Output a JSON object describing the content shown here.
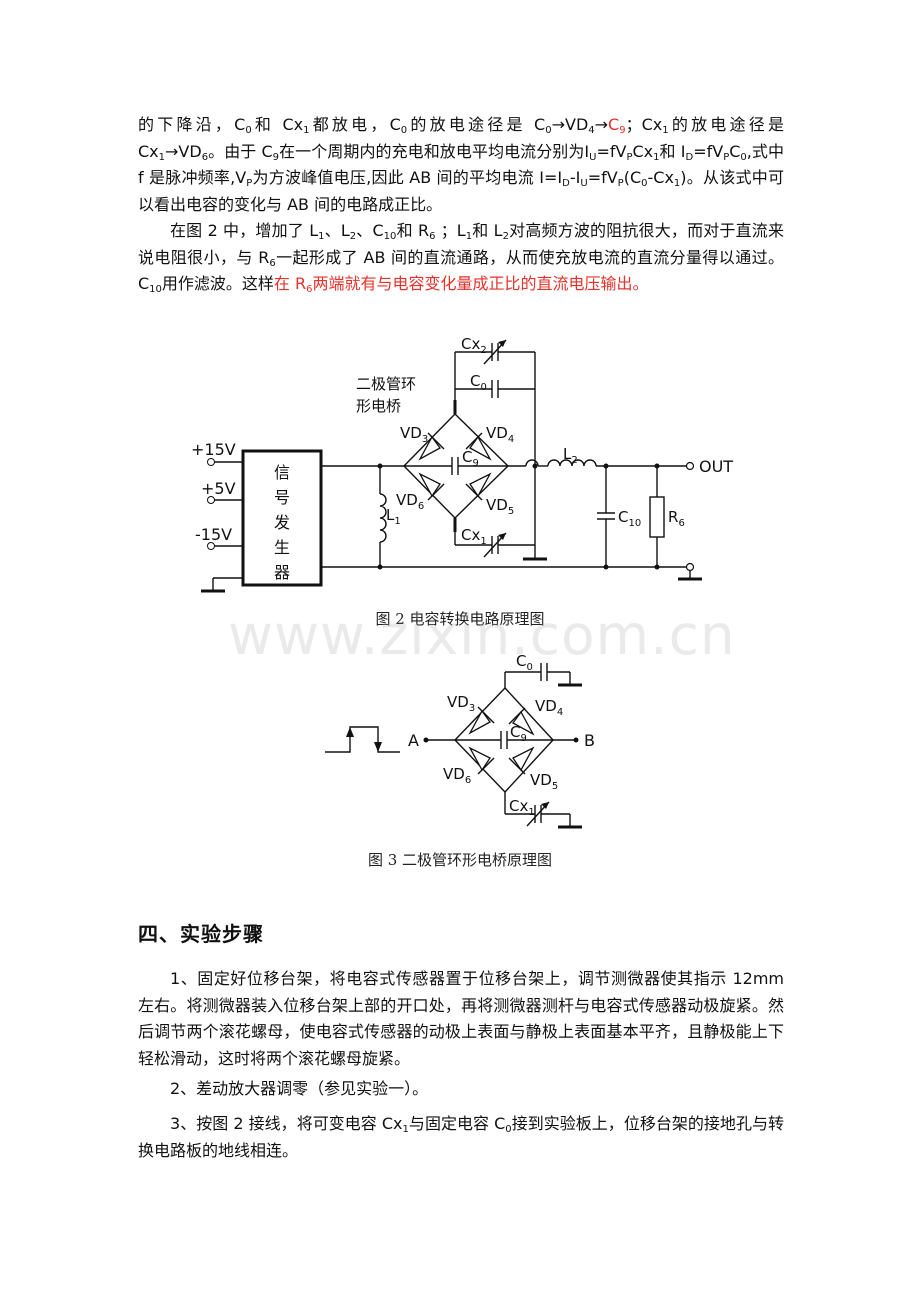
{
  "paragraphs": {
    "p1": {
      "t1": "的下降沿，C",
      "s1": "0",
      "t2": "和 Cx",
      "s2": "1",
      "t3": "都放电，C",
      "s3": "0",
      "t4": "的放电途径是 C",
      "s4": "0",
      "t5": "→VD",
      "s5": "4",
      "t6": "→",
      "r1": "C",
      "rs1": "9",
      "t7": "；Cx",
      "s6": "1",
      "t8": "的放电途径是 Cx",
      "s7": "1",
      "t9": "→VD",
      "s8": "6",
      "t10": "。由于 C",
      "s9": "9",
      "t11": "在一个周期内的充电和放电平均电流分别为I",
      "s10": "U",
      "t12": "=fV",
      "s11": "P",
      "t13": "Cx",
      "s12": "1",
      "t14": "和 I",
      "s13": "D",
      "t15": "=fV",
      "s14": "P",
      "t16": "C",
      "s15": "0",
      "t17": ",式中 f 是脉冲频率,V",
      "s16": "P",
      "t18": "为方波峰值电压,因此 AB 间的平均电流 I=I",
      "s17": "D",
      "t19": "-I",
      "s18": "U",
      "t20": "=fV",
      "s19": "P",
      "t21": "(C",
      "s20": "0",
      "t22": "-Cx",
      "s21": "1",
      "t23": ")。从该式中可以看出电容的变化与 AB 间的电路成正比。"
    },
    "p2": {
      "t1": "在图 2 中，增加了 L",
      "s1": "1",
      "t2": "、L",
      "s2": "2",
      "t3": "、C",
      "s3": "10",
      "t4": "和 R",
      "s4": "6",
      "t5": " ；L",
      "s5": "1",
      "t6": "和 L",
      "s6": "2",
      "t7": "对高频方波的阻抗很大，而对于直流来说电阻很小，与 R",
      "s7": "6",
      "t8": "一起形成了 AB 间的直流通路，从而使充放电流的直流分量得以通过。C",
      "s8": "10",
      "t9": "用作滤波。这样",
      "r1": "在 R",
      "rs1": "6",
      "r2": "两端就有与电容变化量成正比的直流电压输出。"
    },
    "p3": {
      "t1": "1、固定好位移台架，将电容式传感器置于位移台架上，调节测微器使其指示 12mm 左右。将测微器装入位移台架上部的开口处，再将测微器测杆与电容式传感器动极旋紧。然后调节两个滚花螺母，使电容式传感器的动极上表面与静极上表面基本平齐，且静极能上下轻松滑动，这时将两个滚花螺母旋紧。"
    },
    "p4": {
      "t1": "2、差动放大器调零（参见实验一）。"
    },
    "p5": {
      "t1": "3、按图 2 接线，将可变电容 Cx",
      "s1": "1",
      "t2": "与固定电容 C",
      "s2": "0",
      "t3": "接到实验板上，位移台架的接地孔与转换电路板的地线相连。"
    }
  },
  "figure2": {
    "caption": "图 2  电容转换电路原理图",
    "labels": {
      "plus15": "+15V",
      "plus5": "+5V",
      "minus15": "-15V",
      "gen1": "信",
      "gen2": "号",
      "gen3": "发",
      "gen4": "生",
      "gen5": "器",
      "bridge1": "二极管环",
      "bridge2": "形电桥",
      "cx2": "Cx",
      "cx2s": "2",
      "c0": "C",
      "c0s": "0",
      "vd3": "VD",
      "vd3s": "3",
      "vd4": "VD",
      "vd4s": "4",
      "c9": "C",
      "c9s": "9",
      "vd6": "VD",
      "vd6s": "6",
      "vd5": "VD",
      "vd5s": "5",
      "cx1": "Cx",
      "cx1s": "1",
      "l1": "L",
      "l1s": "1",
      "l2": "L",
      "l2s": "2",
      "c10": "C",
      "c10s": "10",
      "r6": "R",
      "r6s": "6",
      "out": "OUT"
    }
  },
  "watermark": "www.zixin.com.cn",
  "figure3": {
    "caption": "图 3  二极管环形电桥原理图",
    "labels": {
      "c0": "C",
      "c0s": "0",
      "vd3": "VD",
      "vd3s": "3",
      "vd4": "VD",
      "vd4s": "4",
      "c9": "C",
      "c9s": "9",
      "a": "A",
      "b": "B",
      "vd6": "VD",
      "vd6s": "6",
      "vd5": "VD",
      "vd5s": "5",
      "cx1": "Cx",
      "cx1s": "1"
    }
  },
  "section_heading": "四、实验步骤"
}
